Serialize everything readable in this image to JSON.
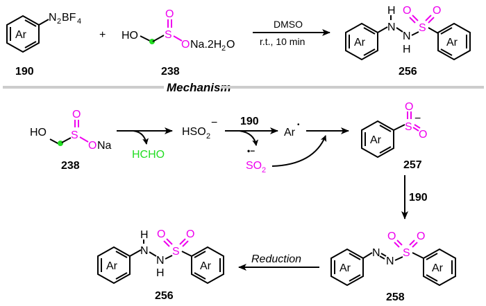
{
  "title": "Sulfonyl hydrazide formation from aryldiazonium salts and sodium hydroxymethanesulfinate",
  "colors": {
    "sulfur_group": "#ee00ee",
    "carbon_marker": "#22dd22",
    "separator": "#cccccc",
    "ink": "#000000"
  },
  "reaction": {
    "reactant1": {
      "ring_label": "Ar",
      "substituent": "N2BF4",
      "sub_main": "N",
      "sub_2": "2",
      "sub_bf": "BF",
      "sub_4": "4",
      "compound_number": "190"
    },
    "plus": "+",
    "reactant2": {
      "ho": "HO",
      "s": "S",
      "o_top": "O",
      "o_na": "O",
      "na_hydrate": "Na.2H",
      "h2o_sub": "2",
      "o_end": "O",
      "compound_number": "238"
    },
    "conditions": {
      "above": "DMSO",
      "below": "r.t., 10 min"
    },
    "product": {
      "ring_left": "Ar",
      "ring_right": "Ar",
      "nh1_h": "H",
      "nh1_n": "N",
      "nh2_n": "N",
      "nh2_h": "H",
      "s": "S",
      "o1": "O",
      "o2": "O",
      "compound_number": "256"
    }
  },
  "section_header": "Mechanism",
  "mechanism": {
    "start": {
      "ho": "HO",
      "s": "S",
      "o_top": "O",
      "o_na": "O",
      "na": "Na",
      "compound_number": "238"
    },
    "byproduct": "HCHO",
    "intermediate1": {
      "text": "HSO",
      "sub": "2",
      "charge": "−"
    },
    "reagent_step2": "190",
    "radical": {
      "text": "Ar",
      "dot": "•"
    },
    "so2_radical_anion": {
      "text": "SO",
      "sub": "2",
      "marks": "•−"
    },
    "sulfinate": {
      "ring_label": "Ar",
      "s": "S",
      "o1": "O",
      "o2": "O",
      "charge": "−",
      "compound_number": "257"
    },
    "reagent_step4": "190",
    "azo": {
      "ring_left": "Ar",
      "ring_right": "Ar",
      "n1": "N",
      "n2": "N",
      "s": "S",
      "o1": "O",
      "o2": "O",
      "compound_number": "258"
    },
    "reduction_label": "Reduction",
    "final": {
      "ring_left": "Ar",
      "ring_right": "Ar",
      "nh1_h": "H",
      "nh1_n": "N",
      "nh2_n": "N",
      "nh2_h": "H",
      "s": "S",
      "o1": "O",
      "o2": "O",
      "compound_number": "256"
    }
  }
}
